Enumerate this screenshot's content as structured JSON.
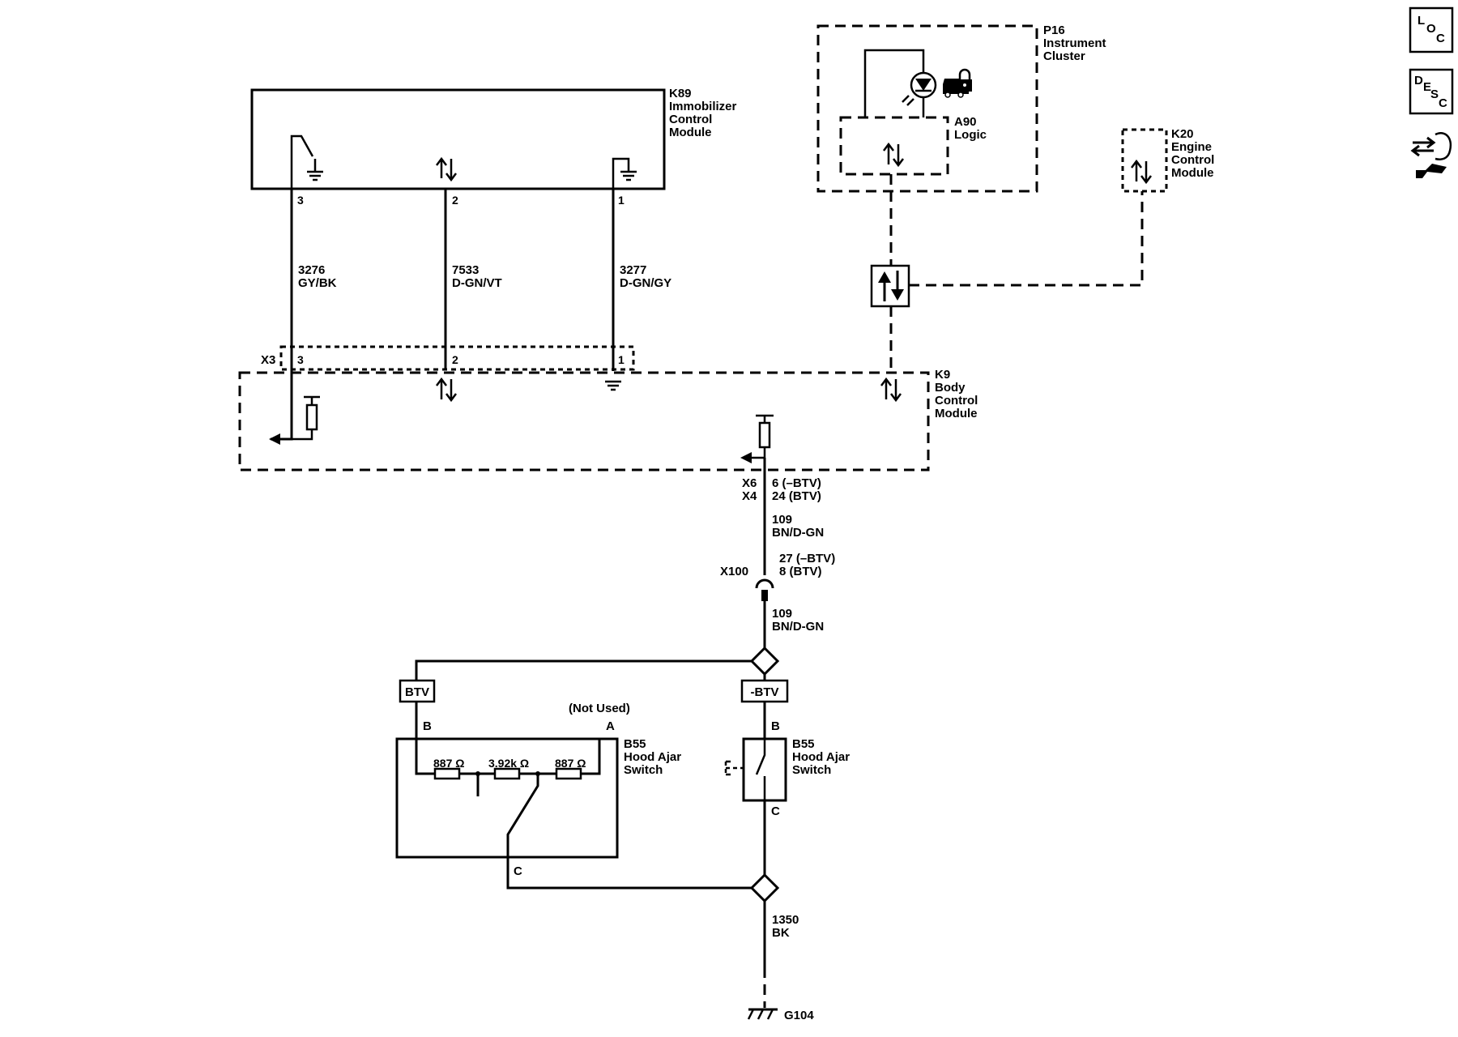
{
  "modules": {
    "k89": {
      "ref": "K89",
      "name_lines": [
        "Immobilizer",
        "Control",
        "Module"
      ]
    },
    "p16": {
      "ref": "P16",
      "name_lines": [
        "Instrument",
        "Cluster"
      ]
    },
    "a90": {
      "ref": "A90",
      "name": "Logic"
    },
    "k20": {
      "ref": "K20",
      "name_lines": [
        "Engine",
        "Control",
        "Module"
      ]
    },
    "k9": {
      "ref": "K9",
      "name_lines": [
        "Body",
        "Control",
        "Module"
      ]
    }
  },
  "k89_pins": [
    "3",
    "2",
    "1"
  ],
  "wires": {
    "w3276": {
      "circuit": "3276",
      "color": "GY/BK"
    },
    "w7533": {
      "circuit": "7533",
      "color": "D-GN/VT"
    },
    "w3277": {
      "circuit": "3277",
      "color": "D-GN/GY"
    },
    "w109_upper": {
      "circuit": "109",
      "color": "BN/D-GN"
    },
    "w109_lower": {
      "circuit": "109",
      "color": "BN/D-GN"
    },
    "w1350": {
      "circuit": "1350",
      "color": "BK"
    }
  },
  "connectors": {
    "x3": {
      "name": "X3",
      "pins": [
        "3",
        "2",
        "1"
      ]
    },
    "x6": {
      "name": "X6",
      "pin": "6 (–BTV)"
    },
    "x4": {
      "name": "X4",
      "pin": "24 (BTV)"
    },
    "x100": {
      "name": "X100",
      "pin_minus": "27 (–BTV)",
      "pin_btv": "8 (BTV)"
    }
  },
  "tags": {
    "btv": "BTV",
    "minus_btv": "-BTV"
  },
  "switch_btv": {
    "ref": "B55",
    "name_lines": [
      "Hood Ajar",
      "Switch"
    ],
    "note": "(Not Used)",
    "pin_b": "B",
    "pin_a": "A",
    "pin_c": "C",
    "resistors": [
      "887 Ω",
      "3.92k Ω",
      "887 Ω"
    ]
  },
  "switch_minus": {
    "ref": "B55",
    "name_lines": [
      "Hood Ajar",
      "Switch"
    ],
    "pin_b": "B",
    "pin_c": "C"
  },
  "ground": {
    "name": "G104"
  },
  "side_icons": [
    "loc-icon",
    "desc-icon",
    "connector-tool-icon"
  ],
  "side_text": {
    "loc": [
      "L",
      "O",
      "C"
    ],
    "desc": [
      "D",
      "E",
      "S",
      "C"
    ]
  }
}
